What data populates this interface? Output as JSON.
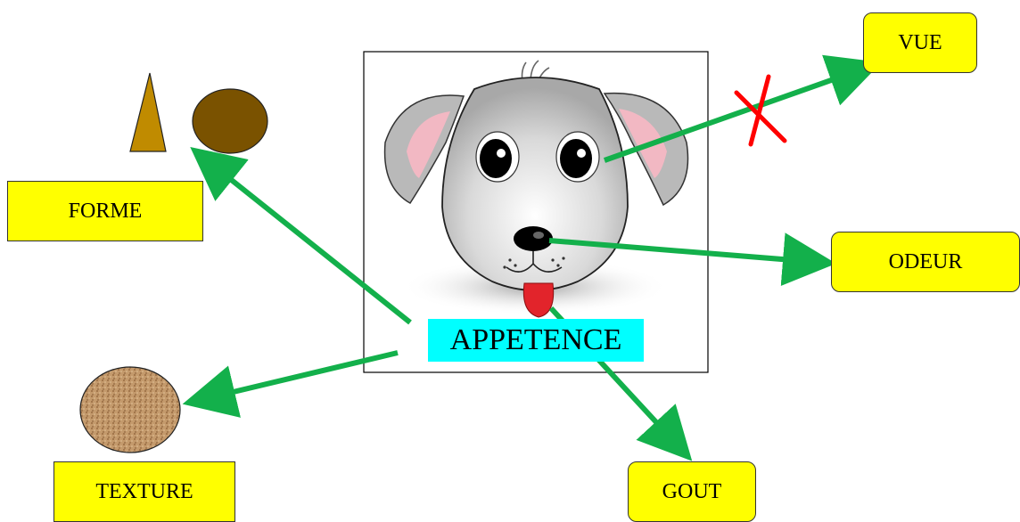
{
  "labels": {
    "forme": "FORME",
    "texture": "TEXTURE",
    "vue": "VUE",
    "odeur": "ODEUR",
    "gout": "GOUT",
    "center": "APPETENCE"
  },
  "colors": {
    "arrow": "#13b04b",
    "label_bg": "#ffff00",
    "center_bg": "#00ffff",
    "cross": "#ff0000",
    "triangle": "#c08b00",
    "ellipse": "#7a5200",
    "texture_disc": "#c4986a"
  },
  "icons": [
    "dog-face-icon",
    "triangle-shape-icon",
    "ellipse-shape-icon",
    "texture-disc-icon",
    "red-cross-icon"
  ]
}
